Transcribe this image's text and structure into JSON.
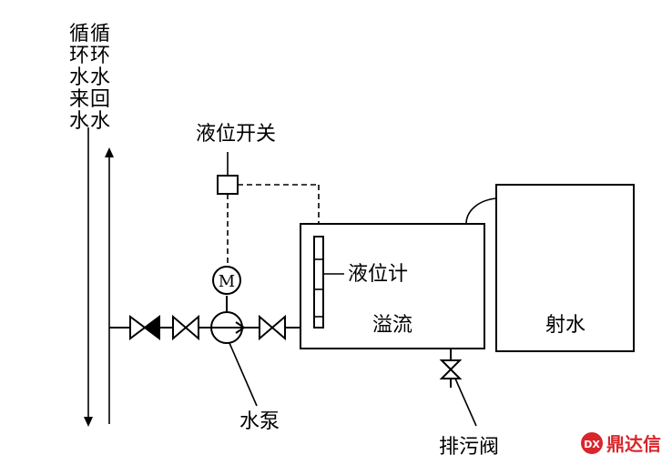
{
  "labels": {
    "supply_line": "循环水来水",
    "return_line": "循环水回水",
    "level_switch": "液位开关",
    "level_gauge": "液位计",
    "overflow_tank": "溢流",
    "jet_tank": "射水",
    "pump": "水泵",
    "drain_valve": "排污阀",
    "motor": "M"
  },
  "watermark": {
    "text": "鼎达信",
    "icon_text": "DX",
    "color": "#d9262b"
  },
  "colors": {
    "line": "#000000",
    "background": "#ffffff"
  }
}
